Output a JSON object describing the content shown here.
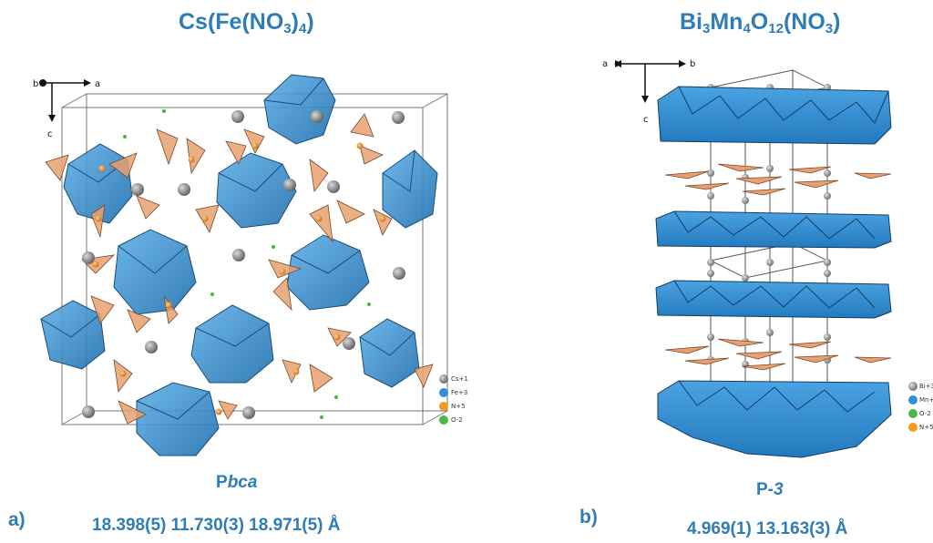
{
  "colors": {
    "heading": "#2e7db5",
    "polyhedron_fill": "#3a90d0",
    "polyhedron_edge": "#1b4d78",
    "triangle_fill": "#e8a070",
    "cs_atom": "#8a8a8a",
    "fe_atom": "#2f8fd8",
    "n_atom": "#f29b1f",
    "o_atom": "#4bb84b"
  },
  "panel_a": {
    "tag": "a)",
    "formula": {
      "prefix": "Cs(Fe(NO",
      "sub1": "3",
      "mid": ")",
      "sub2": "4",
      "suffix": ")"
    },
    "space_group": {
      "normal": "P",
      "italic": "bca"
    },
    "cell_params": "18.398(5) 11.730(3) 18.971(5) Å",
    "axes": {
      "a": "a",
      "b": "b",
      "c": "c"
    },
    "legend": [
      {
        "label": "Cs+1",
        "color": "#8a8a8a"
      },
      {
        "label": "Fe+3",
        "color": "#2f8fd8"
      },
      {
        "label": "N+5",
        "color": "#f29b1f"
      },
      {
        "label": "O-2",
        "color": "#4bb84b"
      }
    ]
  },
  "panel_b": {
    "tag": "b)",
    "formula": {
      "p1": "Bi",
      "s1": "3",
      "p2": "Mn",
      "s2": "4",
      "p3": "O",
      "s3": "12",
      "p4": "(NO",
      "s4": "3",
      "p5": ")"
    },
    "space_group": {
      "normal": "P-",
      "italic": "3"
    },
    "cell_params": "4.969(1) 13.163(3) Å",
    "axes": {
      "a": "a",
      "b": "b",
      "c": "c"
    },
    "legend": [
      {
        "label": "Bi+3",
        "color": "#8a8a8a"
      },
      {
        "label": "Mn+",
        "color": "#2f8fd8"
      },
      {
        "label": "O-2",
        "color": "#4bb84b"
      },
      {
        "label": "N+5",
        "color": "#f29b1f"
      }
    ]
  }
}
